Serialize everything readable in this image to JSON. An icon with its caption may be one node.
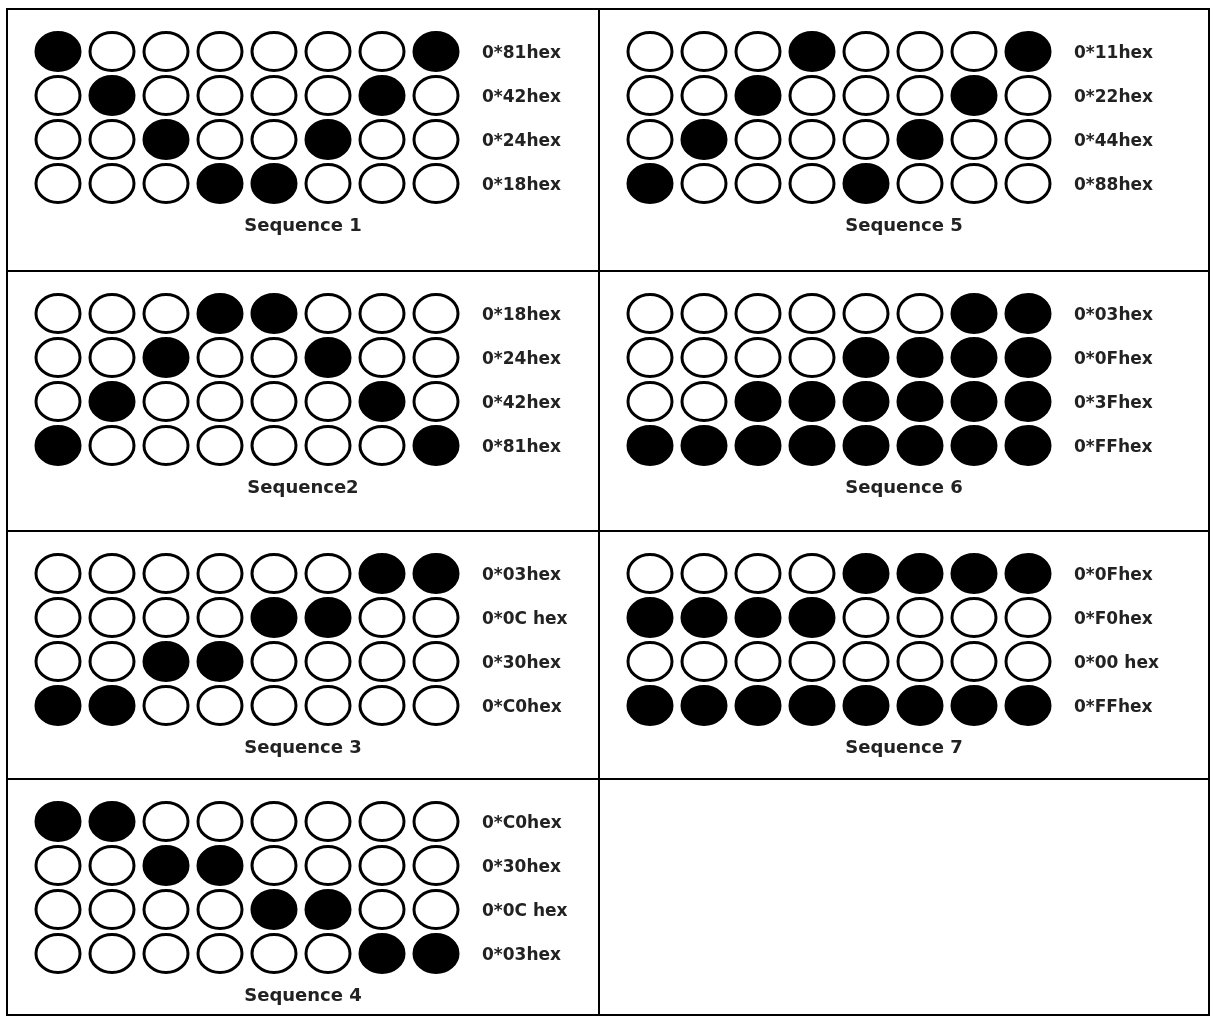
{
  "diagram": {
    "nodes": [
      {
        "text": [
          "0*81hex",
          "0*42hex",
          "0*24hex",
          "0*18hex",
          "Sequence 1"
        ]
      },
      {
        "text": [
          "0*11hex",
          "0*22hex",
          "0*44hex",
          "0*88hex",
          "Sequence 5"
        ]
      },
      {
        "text": [
          "0*18hex",
          "0*24hex",
          "0*42hex",
          "0*81hex",
          "Sequence2"
        ]
      },
      {
        "text": [
          "0*03hex",
          "0*0Fhex",
          "0*3Fhex",
          "0*FFhex",
          "Sequence 6"
        ]
      },
      {
        "text": [
          "0*03hex",
          "0*0C hex",
          "0*30hex",
          "0*C0hex",
          "Sequence 3"
        ]
      },
      {
        "text": [
          "0*0Fhex",
          "0*F0hex",
          "0*00 hex",
          "0*FFhex",
          "Sequence 7"
        ]
      },
      {
        "text": [
          "0*C0hex",
          "0*30hex",
          "0*0C hex",
          "0*03hex",
          "Sequence 4"
        ]
      },
      {
        "text": [],
        "shape": "box"
      }
    ],
    "edges": []
  }
}
